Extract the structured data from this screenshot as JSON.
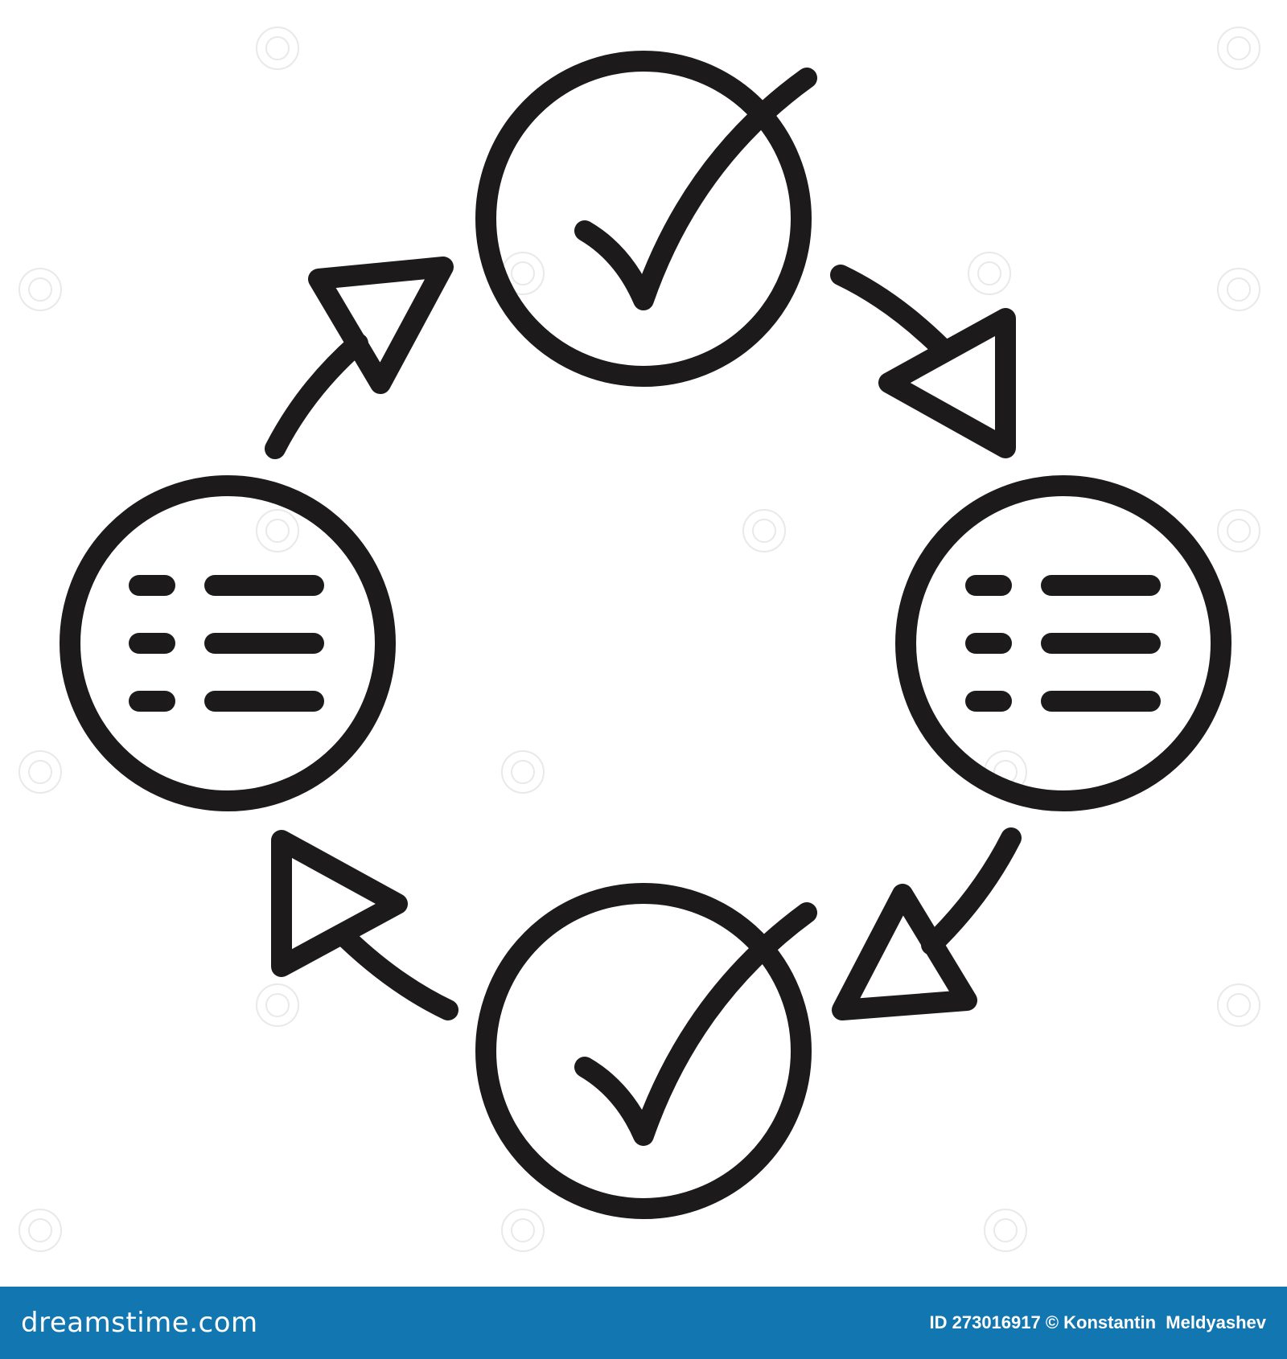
{
  "diagram": {
    "stroke_color": "#1c1a1a",
    "background_color": "#ffffff",
    "nodes": [
      {
        "id": "top",
        "icon": "check-circle-icon"
      },
      {
        "id": "right",
        "icon": "list-circle-icon"
      },
      {
        "id": "bottom",
        "icon": "check-circle-icon"
      },
      {
        "id": "left",
        "icon": "list-circle-icon"
      }
    ],
    "arrows": [
      {
        "from": "left",
        "to": "top"
      },
      {
        "from": "top",
        "to": "right"
      },
      {
        "from": "right",
        "to": "bottom"
      },
      {
        "from": "bottom",
        "to": "left"
      }
    ]
  },
  "footer": {
    "logo_text": "dreamstime.com",
    "credit_text": "ID 273016917 © Konstantin  Meldyashev",
    "bar_color": "#1276b1"
  }
}
